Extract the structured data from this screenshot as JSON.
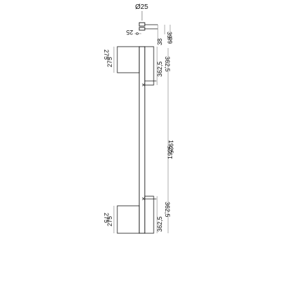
{
  "drawing": {
    "line_color": "#111111",
    "thin_color": "#777777",
    "labels": {
      "diameter": "Ø25",
      "depth_39": "39",
      "depth_38": "38",
      "depth_68": "68",
      "side_25": "25",
      "top_275": "275",
      "top_362": "362,5",
      "top_362_rot": "362,5",
      "length_1925": "1925",
      "bottom_275": "275",
      "bottom_275_rot": "275",
      "bottom_362": "362,5",
      "bottom_362_rot": "362,5"
    }
  }
}
